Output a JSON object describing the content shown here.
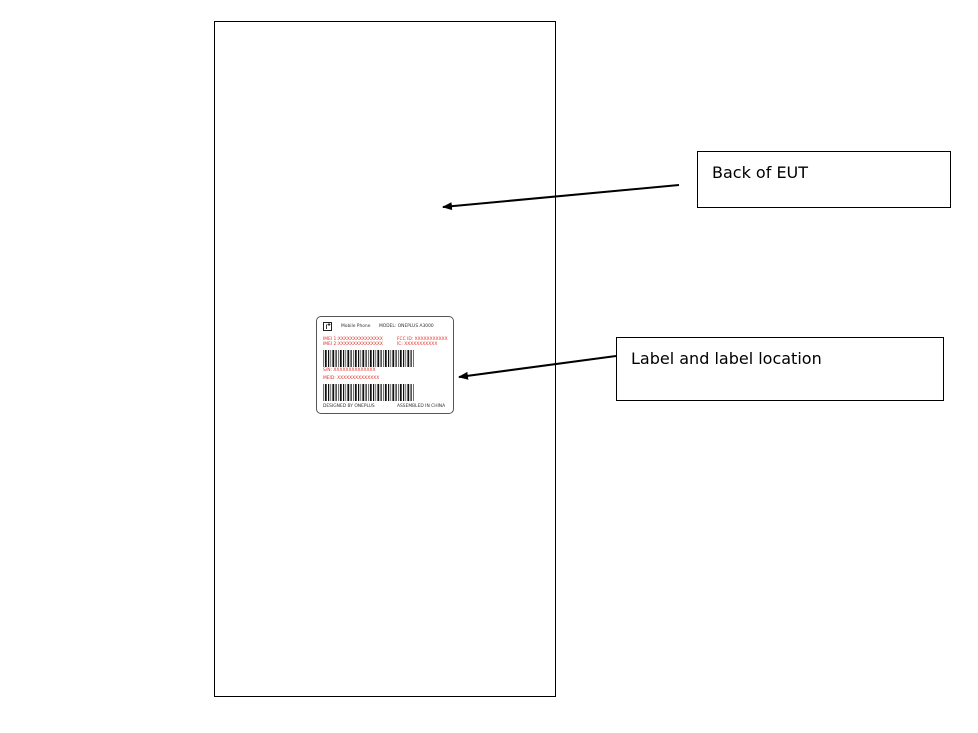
{
  "callouts": {
    "back": "Back of EUT",
    "label": "Label and label location"
  },
  "label_plate": {
    "device_type": "Mobile Phone",
    "model": "MODEL: ONEPLUS A3000",
    "imei1": "IMEI 1:XXXXXXXXXXXXXXX",
    "imei2": "IMEI 2:XXXXXXXXXXXXXXX",
    "fcc_id": "FCC ID: XXXXXXXXXXX",
    "ic": "IC: XXXXXXXXXXX",
    "sn": "S/N: XXXXXXXXXXXXXX",
    "meid": "MEID: XXXXXXXXXXXXXX",
    "designed_by": "DESIGNED BY ONEPLUS",
    "assembled_in": "ASSEMBLED IN CHINA",
    "logo": "oneplus-logo-icon"
  },
  "colors": {
    "outline": "#000000",
    "placeholder_text": "#e0302a"
  }
}
